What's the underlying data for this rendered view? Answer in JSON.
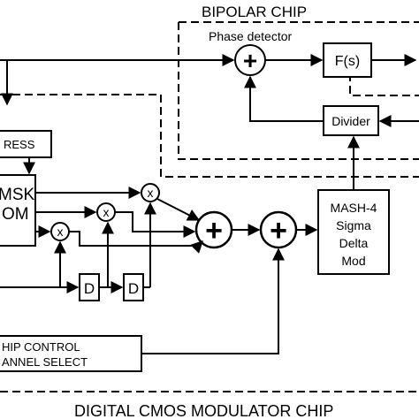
{
  "titles": {
    "bipolar_chip": "BIPOLAR CHIP",
    "cmos_chip": "DIGITAL CMOS MODULATOR CHIP"
  },
  "blocks": {
    "phase_detector": "Phase detector",
    "loop_filter": "F(s)",
    "divider": "Divider",
    "address": "RESS",
    "rom_line1": "MSK",
    "rom_line2": "OM",
    "mash_line1": "MASH-4",
    "mash_line2": "Sigma",
    "mash_line3": "Delta",
    "mash_line4": "Mod",
    "delay1": "D",
    "delay2": "D",
    "control_line1": "HIP CONTROL",
    "control_line2": "ANNEL SELECT"
  },
  "operators": {
    "sum": "+",
    "multiply": "x"
  }
}
